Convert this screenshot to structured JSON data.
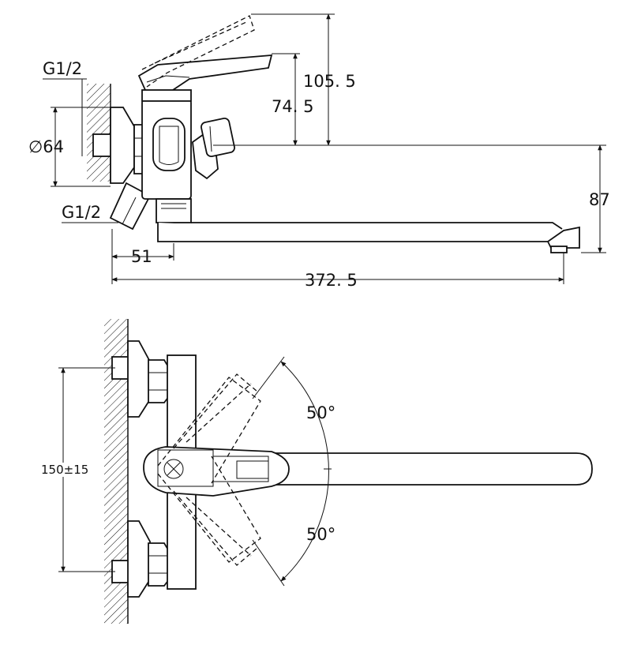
{
  "labels": {
    "thread_top": "G1/2",
    "thread_bottom": "G1/2",
    "diameter": "∅64",
    "height_lever_open": "105. 5",
    "height_lever": "74. 5",
    "spout_drop": "87",
    "offset": "51",
    "spout_length": "372. 5",
    "angle_up": "50°",
    "angle_down": "50°",
    "centers": "150±15"
  },
  "colors": {
    "line": "#111111",
    "background": "#ffffff"
  }
}
